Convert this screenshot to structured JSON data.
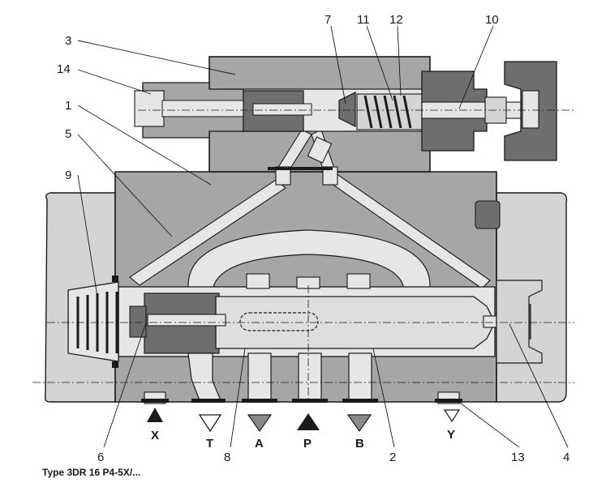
{
  "caption": "Type 3DR 16 P4-5X/...",
  "callouts": [
    "1",
    "2",
    "3",
    "4",
    "5",
    "6",
    "7",
    "8",
    "9",
    "10",
    "11",
    "12",
    "13",
    "14"
  ],
  "ports": {
    "x": "X",
    "t": "T",
    "a": "A",
    "p": "P",
    "b": "B",
    "y": "Y"
  },
  "colors": {
    "body": "#a6a6a6",
    "housing": "#d4d4d4",
    "dark_part": "#6e6e6e",
    "channel": "#e6e6e6",
    "outline": "#1a1a1a"
  }
}
